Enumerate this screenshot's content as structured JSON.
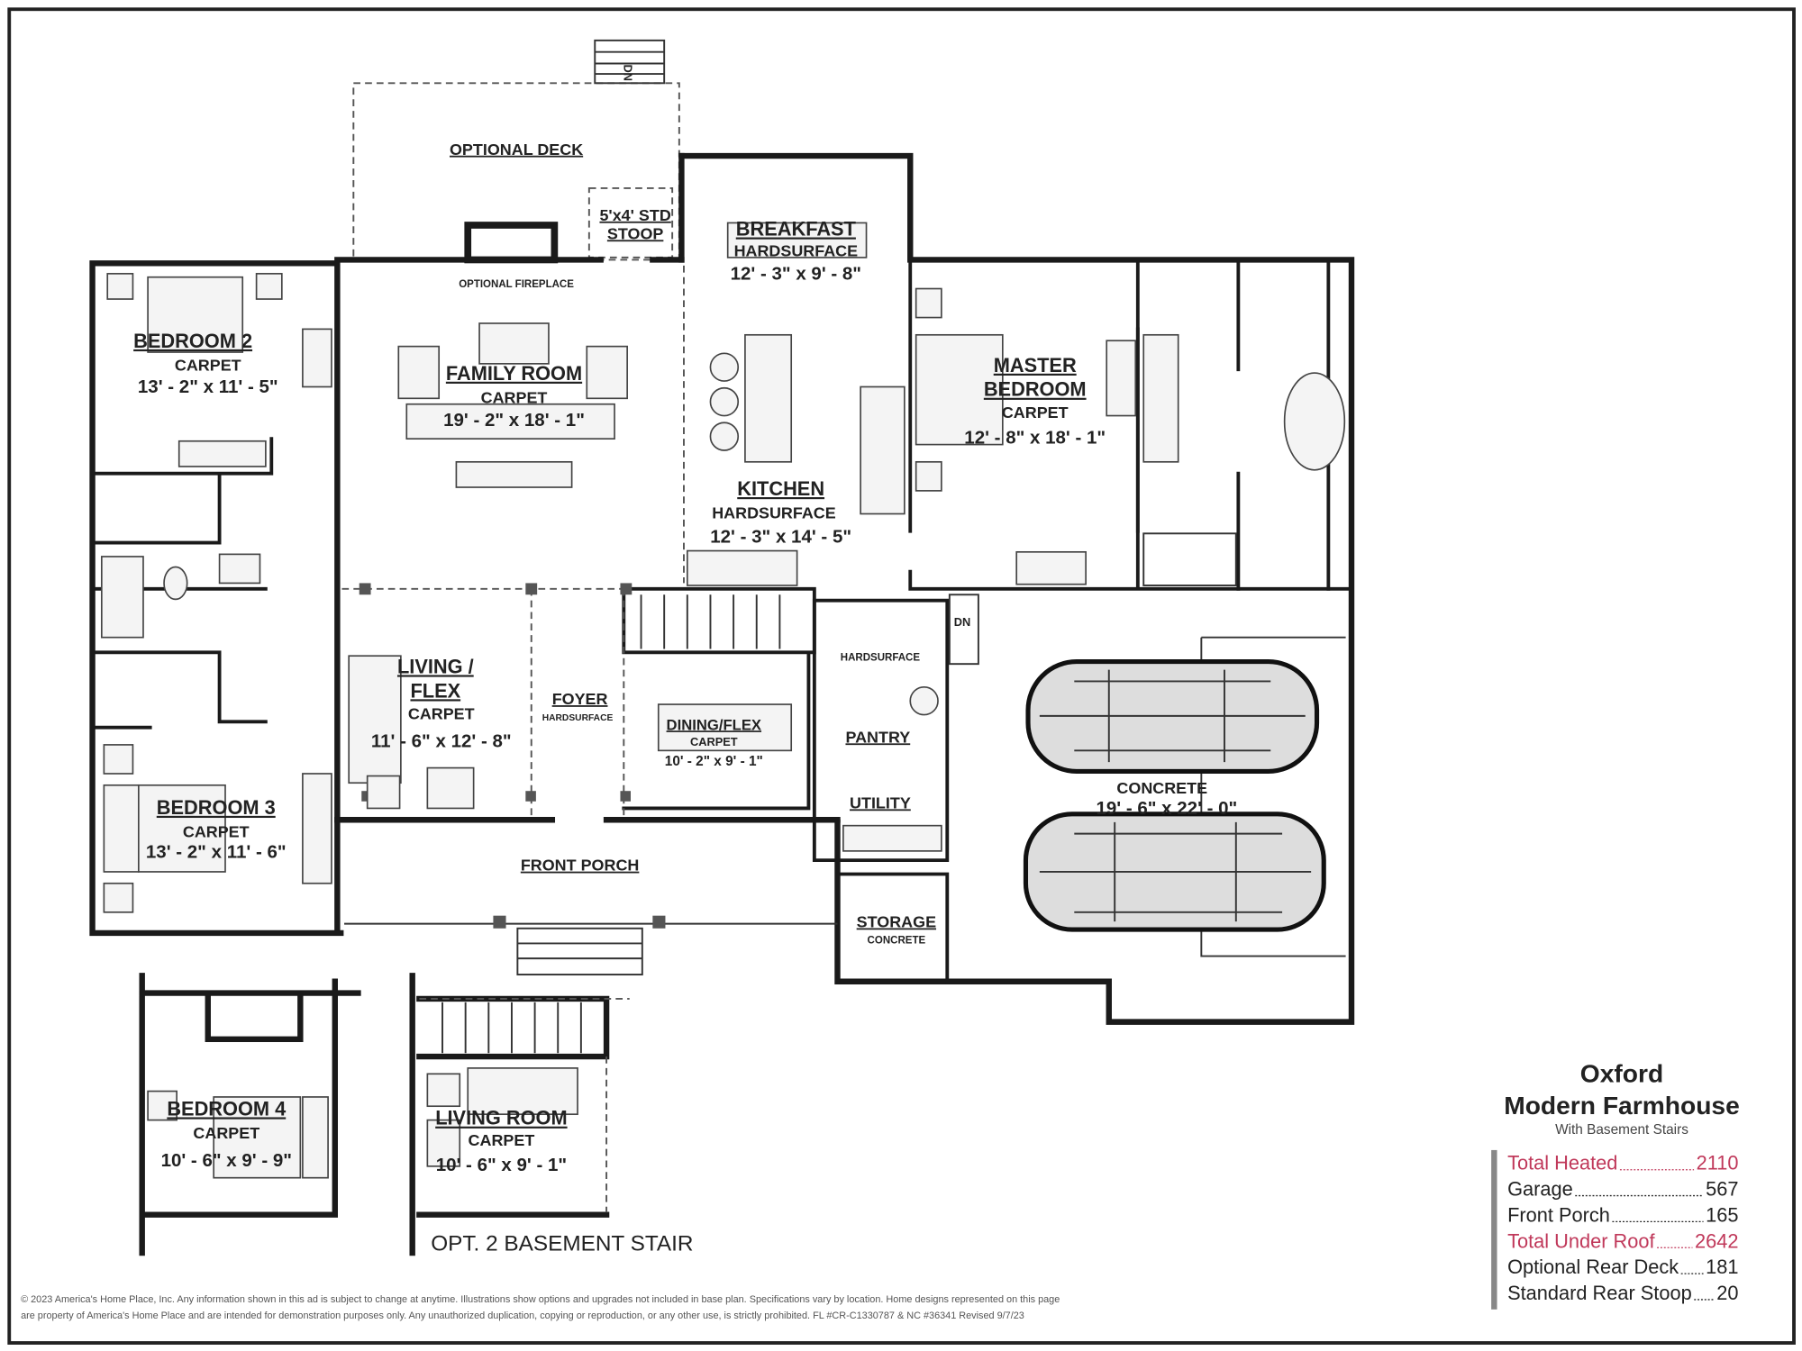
{
  "rooms": {
    "optional_deck": {
      "name": "OPTIONAL DECK"
    },
    "stoop": {
      "name_line1": "5'x4' STD",
      "name_line2": "STOOP"
    },
    "deck_stair": {
      "label": "DN"
    },
    "optional_fireplace": {
      "name": "OPTIONAL FIREPLACE"
    },
    "breakfast": {
      "name": "BREAKFAST",
      "floor": "HARDSURFACE",
      "dims": "12' - 3\" x 9' - 8\""
    },
    "bedroom2": {
      "name": "BEDROOM 2",
      "floor": "CARPET",
      "dims": "13' - 2\" x 11' - 5\""
    },
    "family_room": {
      "name": "FAMILY ROOM",
      "floor": "CARPET",
      "dims": "19' - 2\" x 18' - 1\""
    },
    "master_bedroom": {
      "name_line1": "MASTER",
      "name_line2": "BEDROOM",
      "floor": "CARPET",
      "dims": "12' - 8\" x 18' - 1\""
    },
    "kitchen": {
      "name": "KITCHEN",
      "floor": "HARDSURFACE",
      "dims": "12' - 3\" x 14' - 5\""
    },
    "living_flex": {
      "name_line1": "LIVING /",
      "name_line2": "FLEX",
      "floor": "CARPET",
      "dims": "11' - 6\" x 12' - 8\""
    },
    "foyer": {
      "name": "FOYER",
      "floor": "HARDSURFACE"
    },
    "dining_flex": {
      "name": "DINING/FLEX",
      "floor": "CARPET",
      "dims": "10' - 2\" x 9' - 1\""
    },
    "hall": {
      "floor": "HARDSURFACE"
    },
    "garage_stair": {
      "label": "DN"
    },
    "pantry": {
      "name": "PANTRY"
    },
    "utility": {
      "name": "UTILITY"
    },
    "garage": {
      "floor": "CONCRETE",
      "dims": "19' - 6\" x 22' - 0\""
    },
    "bedroom3": {
      "name": "BEDROOM 3",
      "floor": "CARPET",
      "dims": "13' - 2\" x 11' - 6\""
    },
    "front_porch": {
      "name": "FRONT PORCH"
    },
    "storage": {
      "name": "STORAGE",
      "floor": "CONCRETE"
    },
    "bedroom4": {
      "name": "BEDROOM 4",
      "floor": "CARPET",
      "dims": "10' - 6\" x 9' - 9\""
    },
    "living_room": {
      "name": "LIVING ROOM",
      "floor": "CARPET",
      "dims": "10' - 6\" x 9' - 1\""
    }
  },
  "option_caption": "OPT. 2 BASEMENT STAIR",
  "plan_title": {
    "name": "Oxford",
    "style": "Modern Farmhouse",
    "subtitle": "With Basement Stairs"
  },
  "square_footage": [
    {
      "label": "Total Heated",
      "value": "2110",
      "highlight": true
    },
    {
      "label": "Garage",
      "value": "567",
      "highlight": false
    },
    {
      "label": "Front Porch",
      "value": "165",
      "highlight": false
    },
    {
      "label": "Total Under Roof",
      "value": "2642",
      "highlight": true
    },
    {
      "label": "Optional Rear Deck",
      "value": "181",
      "highlight": false
    },
    {
      "label": "Standard Rear Stoop",
      "value": "20",
      "highlight": false
    }
  ],
  "colors": {
    "highlight": "#c0385a",
    "text": "#222222",
    "legend_bar": "#888888"
  },
  "disclaimer": {
    "line1": "© 2023 America's Home Place, Inc. Any information shown in this ad is subject to change at anytime. Illustrations show options and upgrades not included in base plan. Specifications vary by location. Home designs represented on this page",
    "line2": "are property of America's Home Place and are intended for demonstration purposes only. Any unauthorized duplication, copying or reproduction, or any other use, is strictly prohibited. FL #CR-C1330787 & NC #36341 Revised 9/7/23"
  }
}
